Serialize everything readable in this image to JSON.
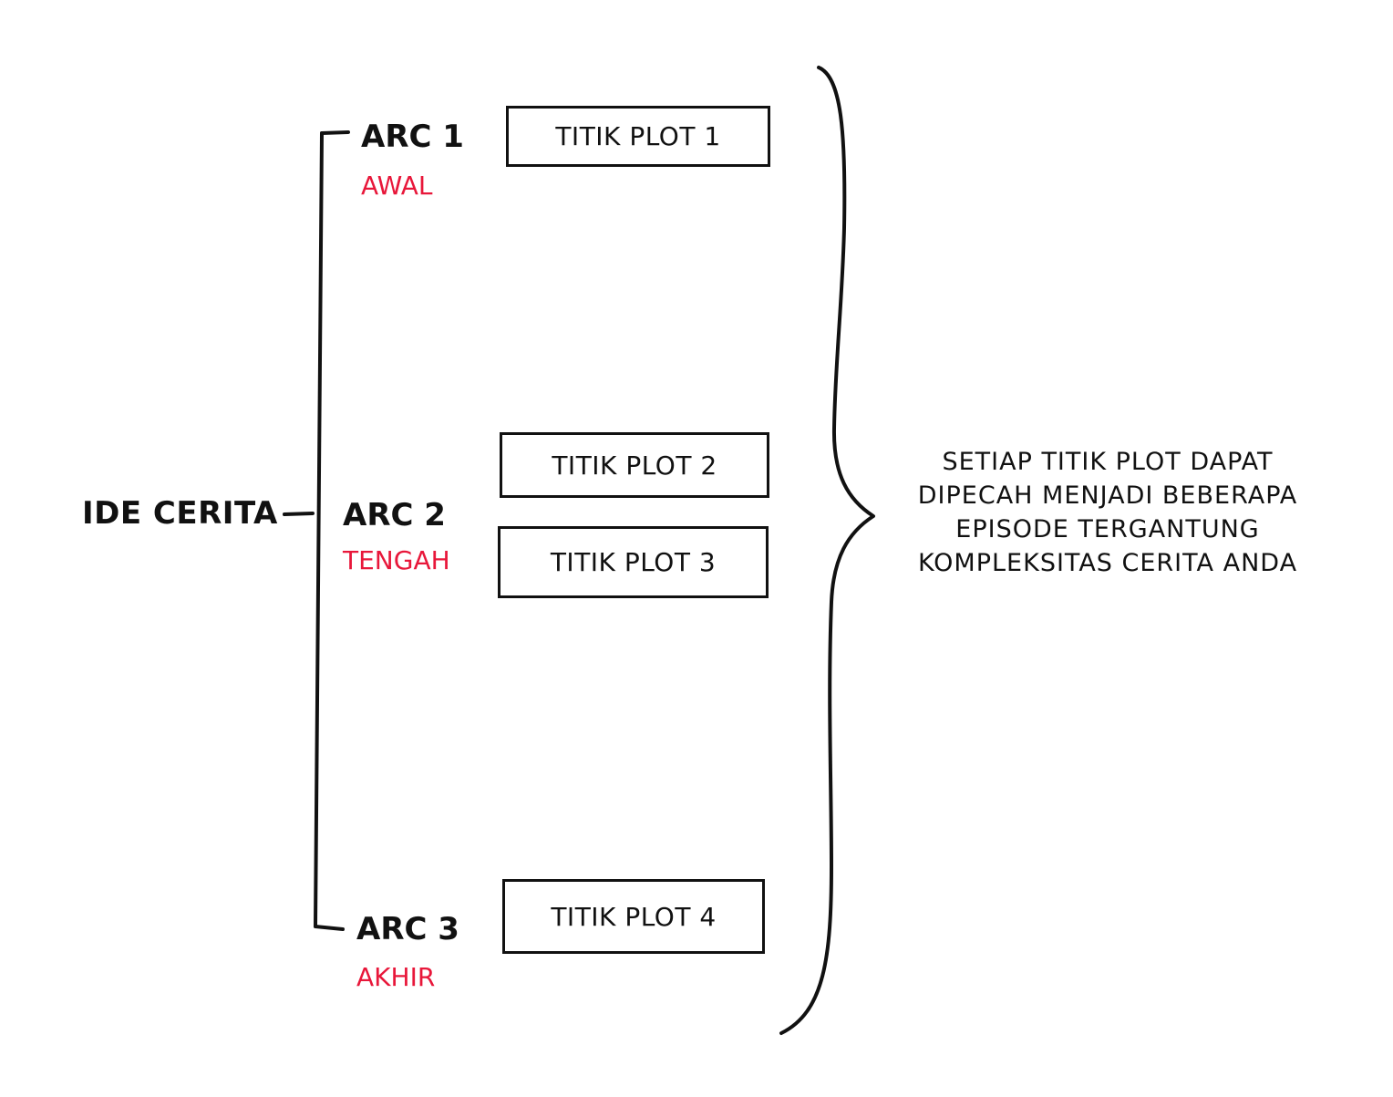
{
  "root": {
    "label": "IDE CERITA"
  },
  "arcs": [
    {
      "label": "ARC 1",
      "subtitle": "AWAL"
    },
    {
      "label": "ARC 2",
      "subtitle": "TENGAH"
    },
    {
      "label": "ARC 3",
      "subtitle": "AKHIR"
    }
  ],
  "plot_points": [
    {
      "label": "TITIK PLOT 1"
    },
    {
      "label": "TITIK PLOT 2"
    },
    {
      "label": "TITIK PLOT 3"
    },
    {
      "label": "TITIK PLOT 4"
    }
  ],
  "note": {
    "lines": [
      "SETIAP TITIK PLOT DAPAT",
      "DIPECAH MENJADI BEBERAPA",
      "EPISODE TERGANTUNG",
      "KOMPLEKSITAS CERITA ANDA"
    ]
  },
  "colors": {
    "ink": "#111111",
    "accent": "#e8173a",
    "background": "#ffffff"
  }
}
